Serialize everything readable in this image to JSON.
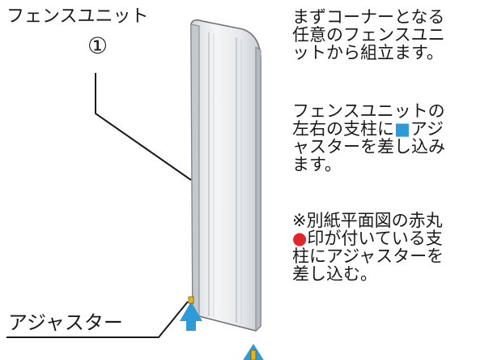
{
  "labels": {
    "fence_unit": "フェンスユニット",
    "unit_number": "①",
    "adjuster": "アジャスター"
  },
  "instructions": {
    "step1": "まずコーナーとなる\n任意のフェンスユニ\nットから組立ます。",
    "step2_before": "フェンスユニットの\n左右の支柱に",
    "step2_square": "■",
    "step2_after": "アジ\nャスターを差し込み\nます。",
    "step3_prefix": "※別紙平面図の赤丸\n",
    "step3_circle": "●",
    "step3_after": "印が付いている支\n柱にアジャスターを\n差し込む。"
  },
  "colors": {
    "arrow_blue": "#2e9ad8",
    "marker_red": "#e0262b",
    "panel_gray": "#e4e7ea",
    "adjuster_yellow": "#e8b51a"
  }
}
